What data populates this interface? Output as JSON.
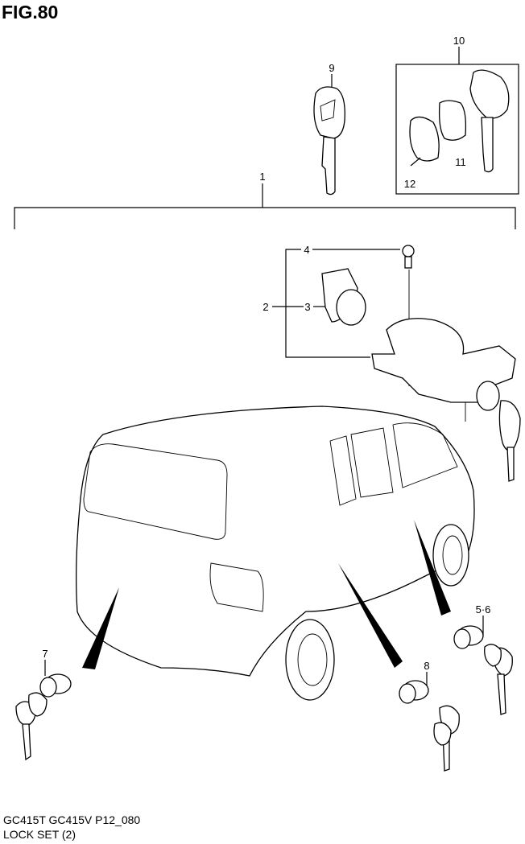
{
  "figure": {
    "title": "FIG.80"
  },
  "callouts": {
    "n1": "1",
    "n2": "2",
    "n3": "3",
    "n4": "4",
    "n56": "5·6",
    "n7": "7",
    "n8": "8",
    "n9": "9",
    "n10": "10",
    "n11": "11",
    "n12": "12"
  },
  "footer": {
    "model_line": "GC415T GC415V P12_080",
    "section": "LOCK SET (2)"
  }
}
